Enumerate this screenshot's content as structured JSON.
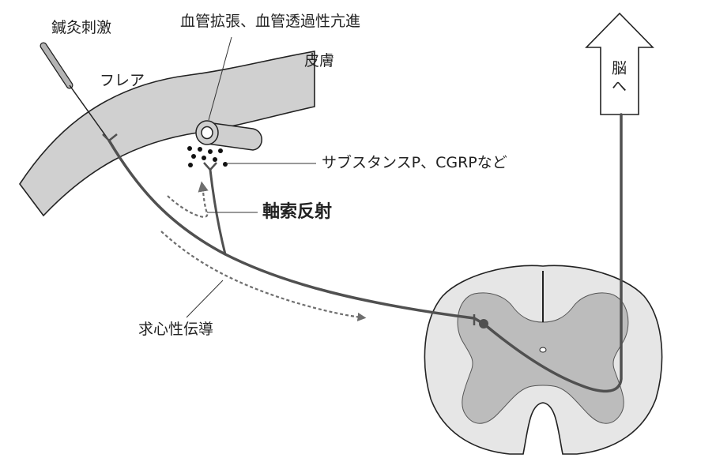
{
  "labels": {
    "acupuncture": "鍼灸刺激",
    "vascular": "血管拡張、血管透過性亢進",
    "skin": "皮膚",
    "flare": "フレア",
    "substances": "サブスタンスP、CGRPなど",
    "axon_reflex": "軸索反射",
    "afferent": "求心性伝導",
    "to_brain": "脳へ"
  },
  "colors": {
    "outline": "#222222",
    "skin_fill": "#d0d0d0",
    "cord_fill": "#e6e6e6",
    "gray_matter": "#bcbcbc",
    "nerve": "#505050",
    "arrow_dash": "#6e6e6e",
    "label_line": "#333333"
  },
  "icons": {
    "needle": "acupuncture-needle-icon",
    "vessel": "blood-vessel-icon",
    "up_arrow": "up-arrow-icon"
  }
}
